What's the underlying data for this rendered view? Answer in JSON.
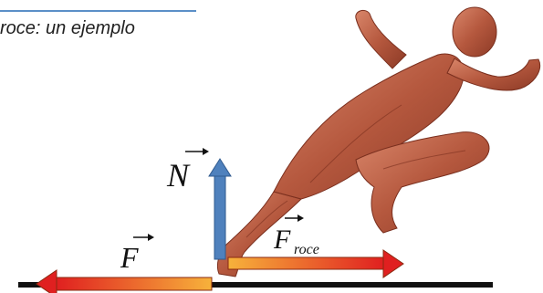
{
  "slide": {
    "title": "roce: un ejemplo"
  },
  "labels": {
    "normal_force": "N",
    "applied_force": "F",
    "friction_force": "F",
    "friction_subscript": "roce"
  },
  "colors": {
    "title_rule": "#5b8fc7",
    "normal_arrow": "#4f81bd",
    "gradient_red": "#e02020",
    "gradient_orange": "#f7b23b",
    "ground": "#111111",
    "muscle": "#b5583e"
  }
}
